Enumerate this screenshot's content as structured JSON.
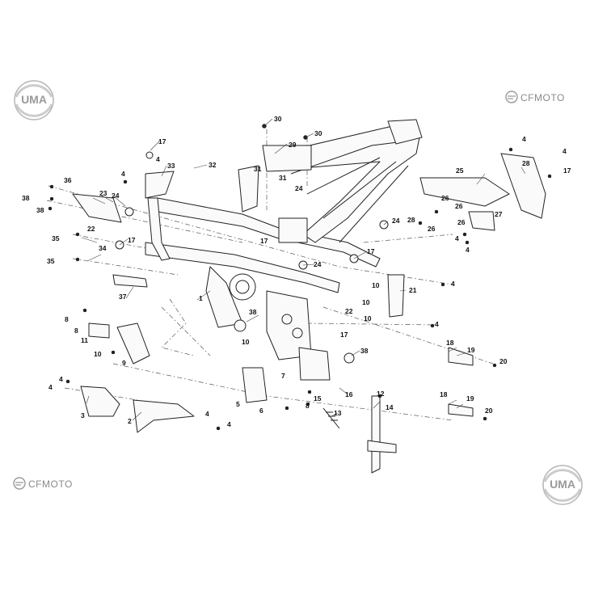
{
  "branding": {
    "uma_label": "UMA",
    "cfmoto_label": "CFMOTO",
    "accent_color": "#9a9a9a"
  },
  "callouts": [
    {
      "id": "c30a",
      "text": "30"
    },
    {
      "id": "c30b",
      "text": "30"
    },
    {
      "id": "c29",
      "text": "29"
    },
    {
      "id": "c17a",
      "text": "17"
    },
    {
      "id": "c4a",
      "text": "4"
    },
    {
      "id": "c32",
      "text": "32"
    },
    {
      "id": "c33",
      "text": "33"
    },
    {
      "id": "c31a",
      "text": "31"
    },
    {
      "id": "c31b",
      "text": "31"
    },
    {
      "id": "c24a",
      "text": "24"
    },
    {
      "id": "c36",
      "text": "36"
    },
    {
      "id": "c38a",
      "text": "38"
    },
    {
      "id": "c23",
      "text": "23"
    },
    {
      "id": "c24b",
      "text": "24"
    },
    {
      "id": "c4b",
      "text": "4"
    },
    {
      "id": "c38b",
      "text": "38"
    },
    {
      "id": "c22a",
      "text": "22"
    },
    {
      "id": "c35a",
      "text": "35"
    },
    {
      "id": "c34",
      "text": "34"
    },
    {
      "id": "c17b",
      "text": "17"
    },
    {
      "id": "c35b",
      "text": "35"
    },
    {
      "id": "c17c",
      "text": "17"
    },
    {
      "id": "c24c",
      "text": "24"
    },
    {
      "id": "c24d",
      "text": "24"
    },
    {
      "id": "c17d",
      "text": "17"
    },
    {
      "id": "c4c",
      "text": "4"
    },
    {
      "id": "c4d",
      "text": "4"
    },
    {
      "id": "c28",
      "text": "28"
    },
    {
      "id": "c17e",
      "text": "17"
    },
    {
      "id": "c25",
      "text": "25"
    },
    {
      "id": "c26a",
      "text": "26"
    },
    {
      "id": "c26b",
      "text": "26"
    },
    {
      "id": "c28b",
      "text": "28"
    },
    {
      "id": "c26c",
      "text": "26"
    },
    {
      "id": "c27",
      "text": "27"
    },
    {
      "id": "c26d",
      "text": "26"
    },
    {
      "id": "c4e",
      "text": "4"
    },
    {
      "id": "c4f",
      "text": "4"
    },
    {
      "id": "c10a",
      "text": "10"
    },
    {
      "id": "c21",
      "text": "21"
    },
    {
      "id": "c4g",
      "text": "4"
    },
    {
      "id": "c37",
      "text": "37"
    },
    {
      "id": "c1",
      "text": "1"
    },
    {
      "id": "c10b",
      "text": "10"
    },
    {
      "id": "c22b",
      "text": "22"
    },
    {
      "id": "c10c",
      "text": "10"
    },
    {
      "id": "c8a",
      "text": "8"
    },
    {
      "id": "c8b",
      "text": "8"
    },
    {
      "id": "c11",
      "text": "11"
    },
    {
      "id": "c10d",
      "text": "10"
    },
    {
      "id": "c9",
      "text": "9"
    },
    {
      "id": "c38c",
      "text": "38"
    },
    {
      "id": "c10e",
      "text": "10"
    },
    {
      "id": "c4h",
      "text": "4"
    },
    {
      "id": "c17f",
      "text": "17"
    },
    {
      "id": "c18a",
      "text": "18"
    },
    {
      "id": "c19a",
      "text": "19"
    },
    {
      "id": "c38d",
      "text": "38"
    },
    {
      "id": "c20a",
      "text": "20"
    },
    {
      "id": "c7",
      "text": "7"
    },
    {
      "id": "c4i",
      "text": "4"
    },
    {
      "id": "c5",
      "text": "5"
    },
    {
      "id": "c6",
      "text": "6"
    },
    {
      "id": "c15",
      "text": "15"
    },
    {
      "id": "c8c",
      "text": "8"
    },
    {
      "id": "c16",
      "text": "16"
    },
    {
      "id": "c14",
      "text": "14"
    },
    {
      "id": "c18b",
      "text": "18"
    },
    {
      "id": "c19b",
      "text": "19"
    },
    {
      "id": "c20b",
      "text": "20"
    },
    {
      "id": "c3",
      "text": "3"
    },
    {
      "id": "c2",
      "text": "2"
    },
    {
      "id": "c4j",
      "text": "4"
    },
    {
      "id": "c4k",
      "text": "4"
    },
    {
      "id": "c13",
      "text": "13"
    },
    {
      "id": "c12",
      "text": "12"
    },
    {
      "id": "c4l",
      "text": "4"
    }
  ]
}
